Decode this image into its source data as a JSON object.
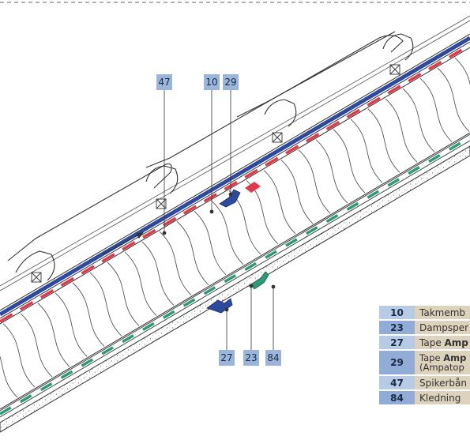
{
  "callouts_top": [
    "47",
    "10",
    "29"
  ],
  "callouts_bottom": [
    "27",
    "23",
    "84"
  ],
  "legend": [
    {
      "num": "10",
      "text": "Takmemb"
    },
    {
      "num": "23",
      "text": "Dampsper"
    },
    {
      "num": "27",
      "prefix": "Tape ",
      "bold": "Amp"
    },
    {
      "num": "29",
      "prefix": "Tape ",
      "bold": "Amp",
      "line2": "(Ampatop"
    },
    {
      "num": "47",
      "text": "Spikerbån"
    },
    {
      "num": "84",
      "text": "Kledning"
    }
  ],
  "colors": {
    "callout": "#9bb5da",
    "membrane_blue": "#2e4a9e",
    "tape_red": "#e03a4a",
    "vapor_green": "#2a9a7a",
    "legend_text_bg": "#ddd3bd"
  }
}
